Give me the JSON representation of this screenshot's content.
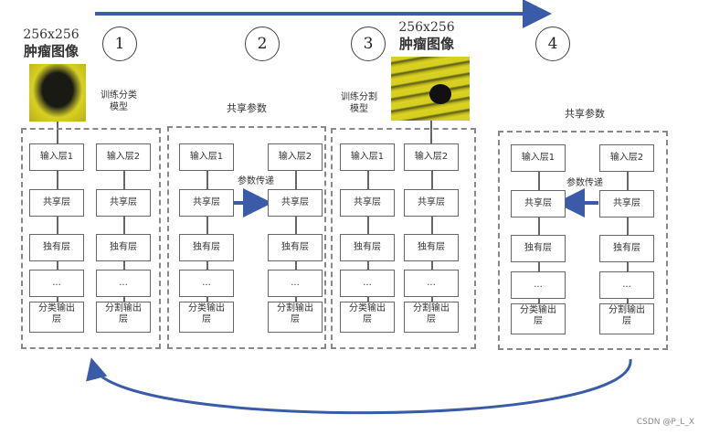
{
  "steps": [
    "1",
    "2",
    "3",
    "4"
  ],
  "images": [
    {
      "size": "256x256",
      "caption": "肿瘤图像"
    },
    {
      "size": "256x256",
      "caption": "肿瘤图像"
    }
  ],
  "annotations": {
    "train_classify": [
      "训练分类",
      "模型"
    ],
    "train_segment": [
      "训练分割",
      "模型"
    ],
    "shared_params": "共享参数",
    "param_transfer": "参数传递"
  },
  "layers": {
    "input1": "输入层1",
    "input2": "输入层2",
    "shared": "共享层",
    "unique": "独有层",
    "ellipsis": "...",
    "classify_out": [
      "分类输出",
      "层"
    ],
    "segment_out": [
      "分割输出",
      "层"
    ]
  },
  "colors": {
    "arrow": "#3a5ca8",
    "tumor_yellow": "#d8d020",
    "tumor_dark": "#1a1a14",
    "panel_border": "#888888"
  },
  "watermark": "CSDN @P_L_X"
}
